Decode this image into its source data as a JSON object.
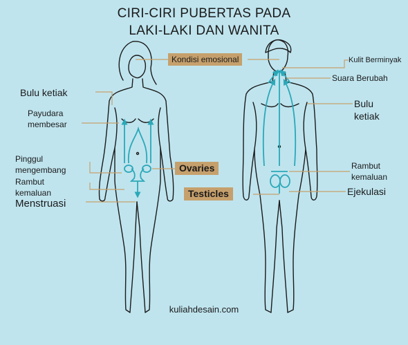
{
  "title": {
    "line1": "CIRI-CIRI PUBERTAS PADA",
    "line2": "LAKI-LAKI DAN WANITA"
  },
  "labels": {
    "kondisi": "Kondisi emosional",
    "bulu_ketiak_f": "Bulu ketiak",
    "payudara1": "Payudara",
    "payudara2": "membesar",
    "pinggul1": "Pinggul",
    "pinggul2": "mengembang",
    "rambut_f1": "Rambut",
    "rambut_f2": "kemaluan",
    "menstruasi": "Menstruasi",
    "ovaries": "Ovaries",
    "testicles": "Testicles",
    "kulit": "Kulit Berminyak",
    "suara": "Suara Berubah",
    "bulu_m1": "Bulu",
    "bulu_m2": "ketiak",
    "rambut_m1": "Rambut",
    "rambut_m2": "kemaluan",
    "ejekulasi": "Ejekulasi"
  },
  "footer": "kuliahdesain.com",
  "colors": {
    "background": "#bfe4ee",
    "box": "#c6a06c",
    "accent": "#2aa8b8",
    "outline": "#1a1a1a"
  }
}
